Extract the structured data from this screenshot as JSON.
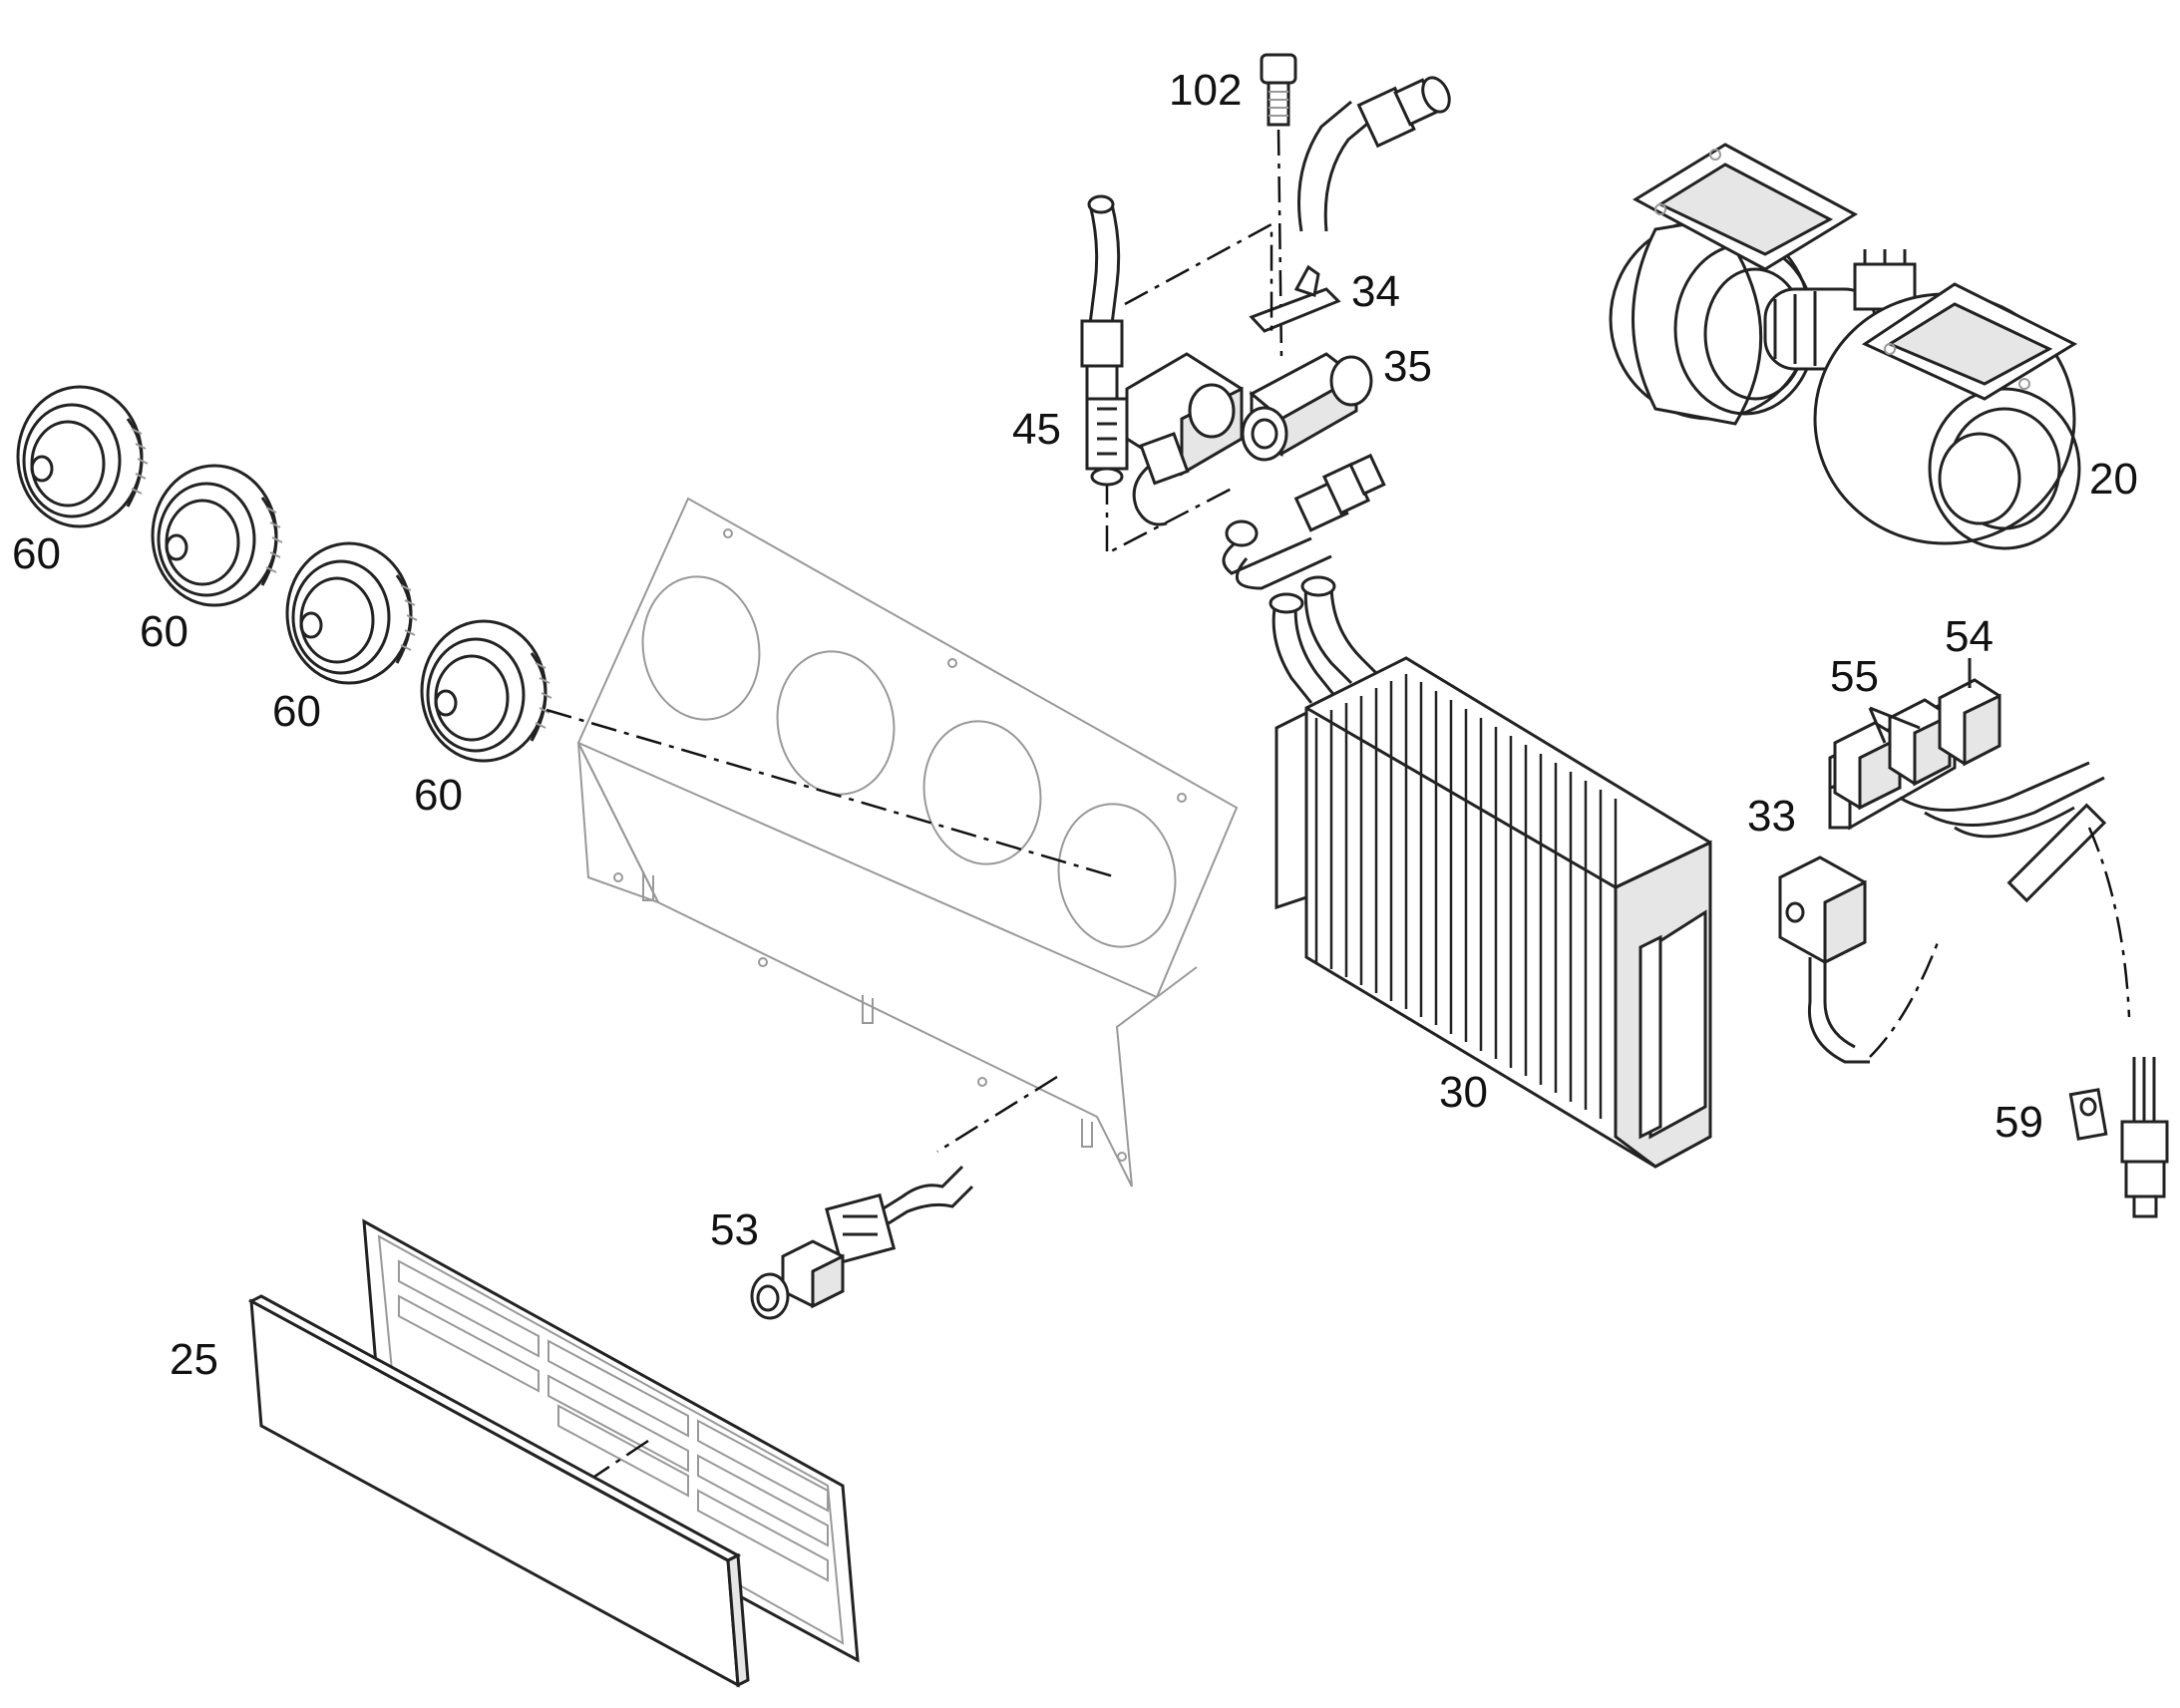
{
  "diagram": {
    "part_labels": {
      "p102": "102",
      "p34": "34",
      "p35": "35",
      "p45": "45",
      "p20": "20",
      "p60a": "60",
      "p60b": "60",
      "p60c": "60",
      "p60d": "60",
      "p54": "54",
      "p55": "55",
      "p33": "33",
      "p30": "30",
      "p59": "59",
      "p53": "53",
      "p25": "25"
    }
  }
}
